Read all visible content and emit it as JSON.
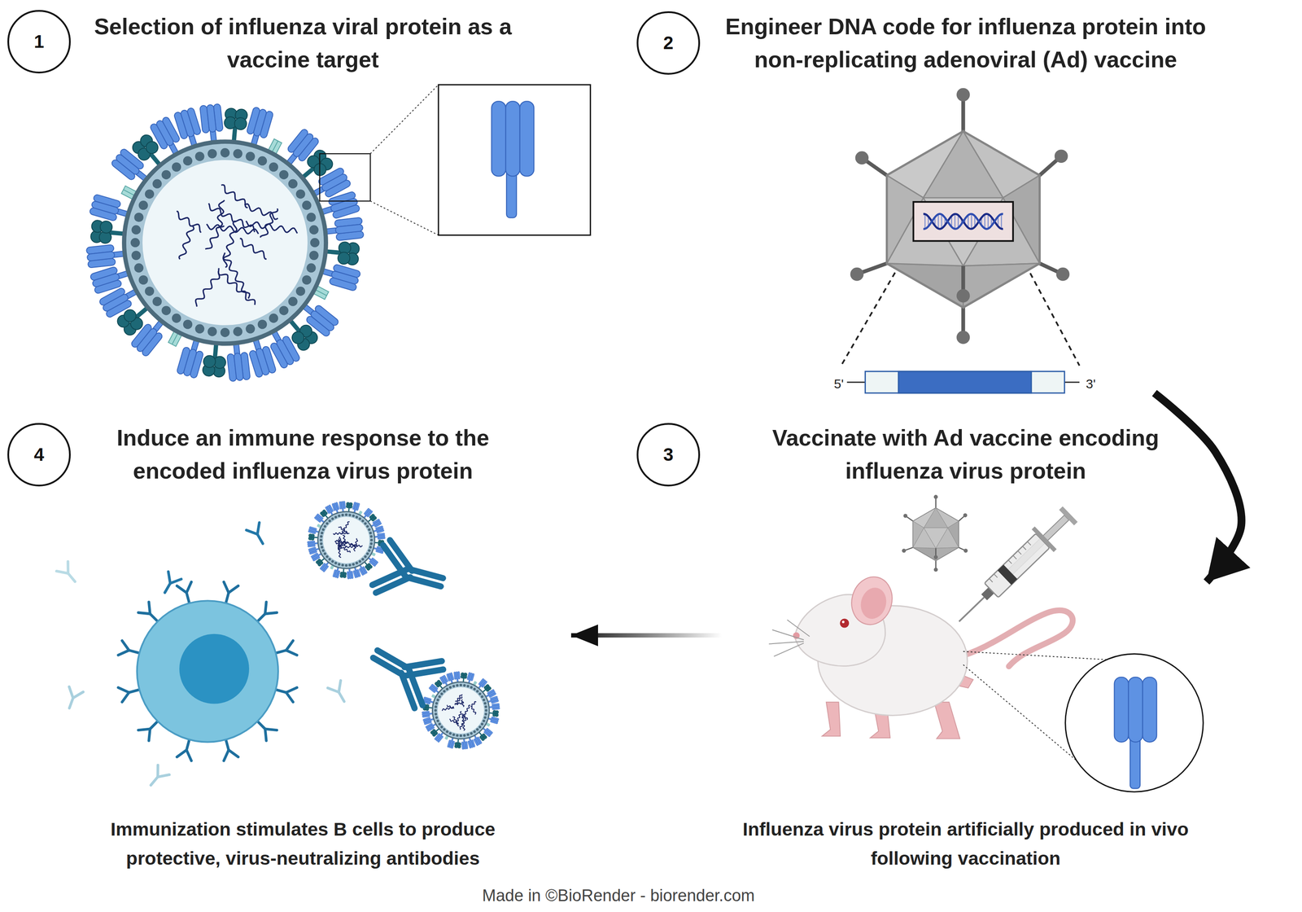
{
  "diagram": {
    "nodes": [
      {
        "text": [
          "1"
        ]
      },
      {
        "text": [
          "Selection of influenza viral protein as a vaccine target"
        ]
      },
      {
        "text": [
          "2"
        ]
      },
      {
        "text": [
          "Engineer DNA code for influenza protein into non-replicating adenoviral (Ad) vaccine"
        ]
      },
      {
        "text": [
          "3"
        ]
      },
      {
        "text": [
          "Vaccinate with Ad vaccine encoding influenza virus protein",
          "Influenza virus protein artificially produced in vivo following vaccination"
        ]
      },
      {
        "text": [
          "4"
        ]
      },
      {
        "text": [
          "Induce an immune response to the encoded influenza virus protein",
          "Immunization stimulates B cells to produce protective, virus-neutralizing antibodies"
        ]
      }
    ],
    "edges": [
      {
        "from": 3,
        "to": 5,
        "arrow": "to"
      },
      {
        "from": 5,
        "to": 7,
        "arrow": "to"
      }
    ],
    "labels": [
      "5'",
      "3'",
      "Made in ©BioRender - biorender.com"
    ]
  }
}
